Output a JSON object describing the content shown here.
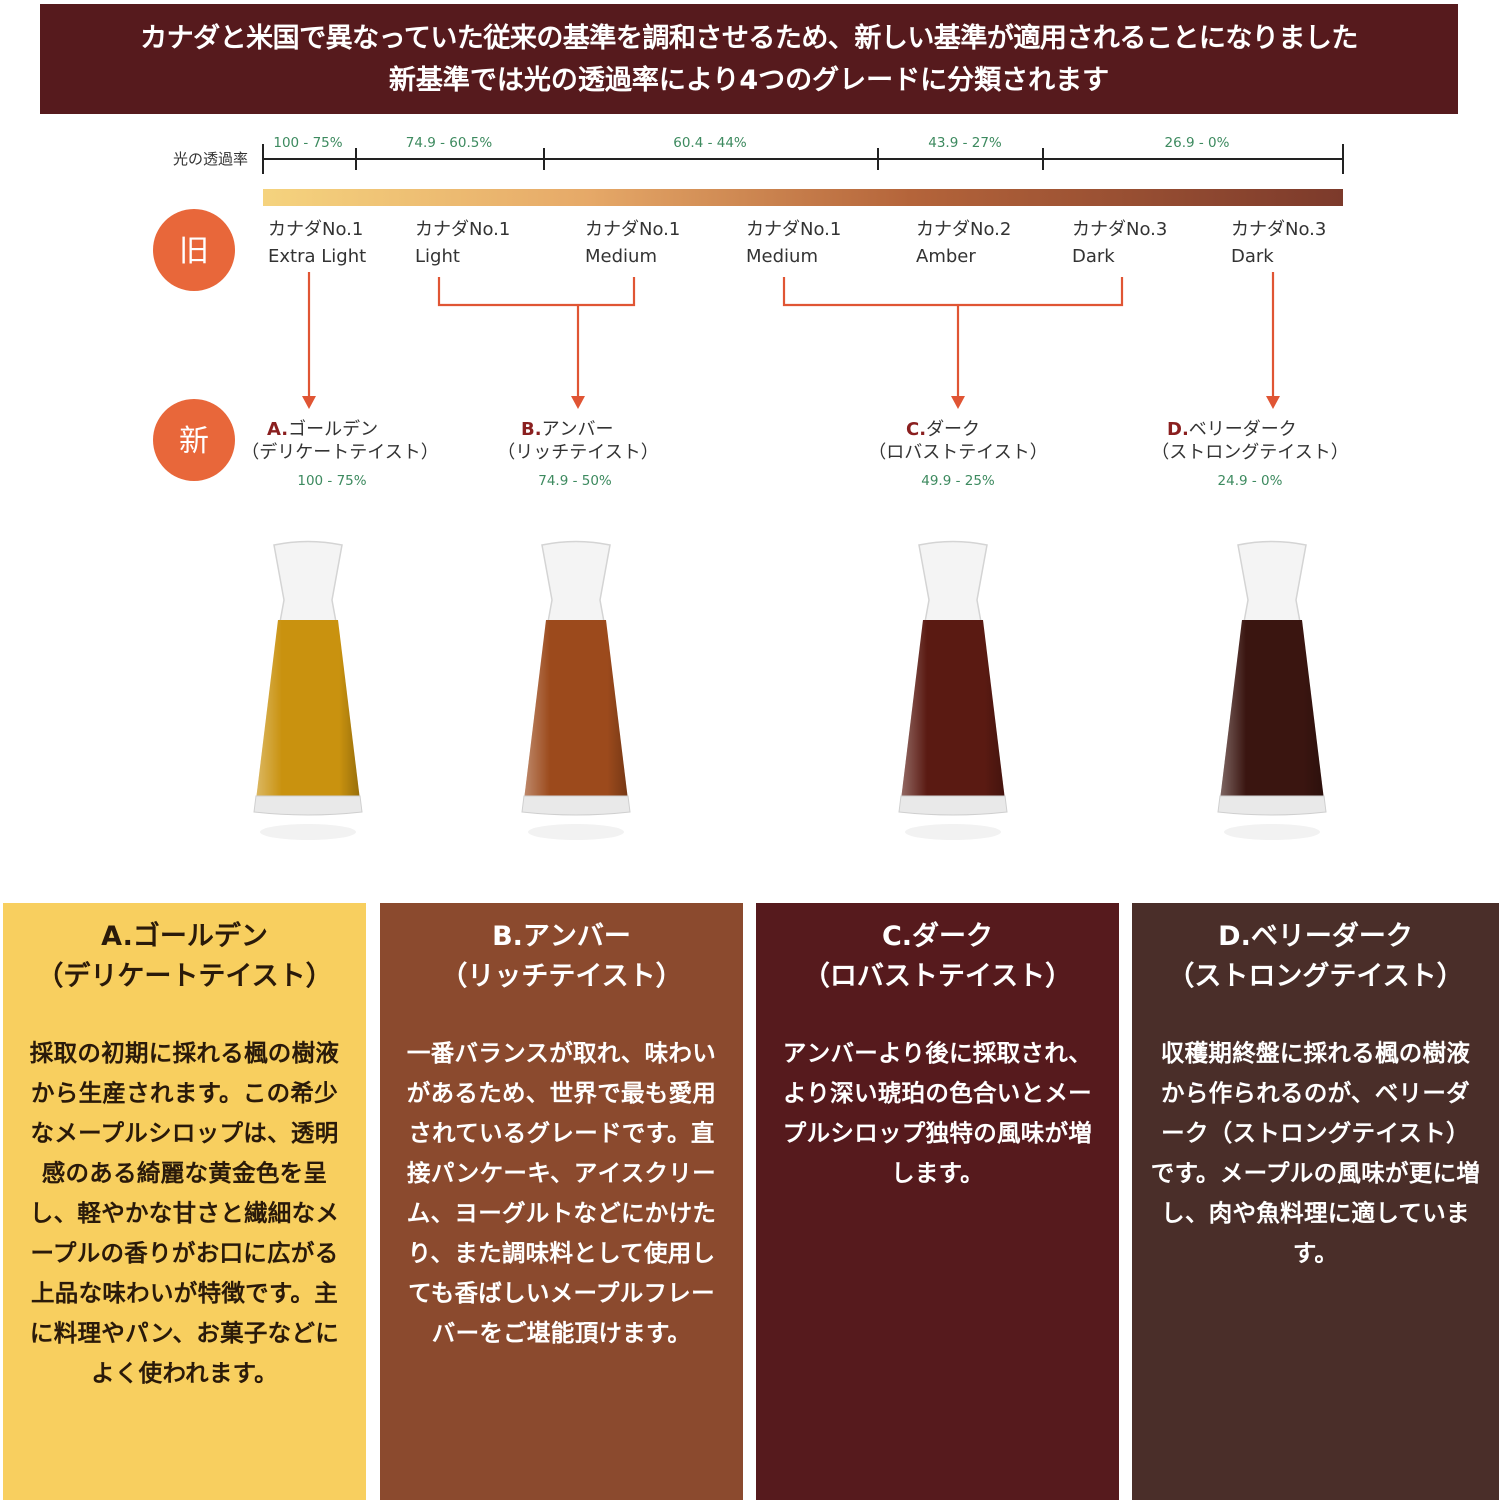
{
  "header": {
    "line1": "カナダと米国で異なっていた従来の基準を調和させるため、新しい基準が適用されることになりました",
    "line2": "新基準では光の透過率により4つのグレードに分類されます"
  },
  "scale": {
    "label": "光の透過率",
    "ranges": [
      "100 - 75%",
      "74.9 - 60.5%",
      "60.4 - 44%",
      "43.9 - 27%",
      "26.9 - 0%"
    ]
  },
  "old": {
    "badge": "旧",
    "grades": [
      {
        "line1": "カナダNo.1",
        "line2": "Extra Light"
      },
      {
        "line1": "カナダNo.1",
        "line2": "Light"
      },
      {
        "line1": "カナダNo.1",
        "line2": "Medium"
      },
      {
        "line1": "カナダNo.1",
        "line2": "Medium"
      },
      {
        "line1": "カナダNo.2",
        "line2": "Amber"
      },
      {
        "line1": "カナダNo.3",
        "line2": "Dark"
      },
      {
        "line1": "カナダNo.3",
        "line2": "Dark"
      }
    ]
  },
  "new": {
    "badge": "新",
    "grades": [
      {
        "letter": "A.",
        "name": "ゴールデン",
        "taste": "（デリケートテイスト）",
        "range": "100 - 75%"
      },
      {
        "letter": "B.",
        "name": "アンバー",
        "taste": "（リッチテイスト）",
        "range": "74.9 - 50%"
      },
      {
        "letter": "C.",
        "name": "ダーク",
        "taste": "（ロバストテイスト）",
        "range": "49.9 - 25%"
      },
      {
        "letter": "D.",
        "name": "ベリーダーク",
        "taste": "（ストロングテイスト）",
        "range": "24.9 - 0%"
      }
    ]
  },
  "panels": [
    {
      "title": "A.ゴールデン",
      "subtitle": "（デリケートテイスト）",
      "body": "採取の初期に採れる楓の樹液から生産されます。この希少なメープルシロップは、透明感のある綺麗な黄金色を呈し、軽やかな甘さと繊細なメープルの香りがお口に広がる上品な味わいが特徴です。主に料理やパン、お菓子などによく使われます。"
    },
    {
      "title": "B.アンバー",
      "subtitle": "（リッチテイスト）",
      "body": "一番バランスが取れ、味わいがあるため、世界で最も愛用されているグレードです。直接パンケーキ、アイスクリーム、ヨーグルトなどにかけたり、また調味料として使用しても香ばしいメープルフレーバーをご堪能頂けます。"
    },
    {
      "title": "C.ダーク",
      "subtitle": "（ロバストテイスト）",
      "body": "アンバーより後に採取され、より深い琥珀の色合いとメープルシロップ独特の風味が増します。"
    },
    {
      "title": "D.ベリーダーク",
      "subtitle": "（ストロングテイスト）",
      "body": "収穫期終盤に採れる楓の樹液から作られるのが、ベリーダーク（ストロングテイスト）です。メープルの風味が更に増し、肉や魚料理に適しています。"
    }
  ],
  "colors": {
    "banner": "#561a1d",
    "badge": "#e8673a",
    "arrow": "#e05534",
    "range_text": "#3d8a5f",
    "letter": "#8a1f1f",
    "panel_a": "#f8cf5f",
    "panel_b": "#8b4a2e",
    "panel_c": "#561a1d",
    "panel_d": "#4a2e29",
    "syrup_a": "#c9920f",
    "syrup_b": "#9c4a1c",
    "syrup_c": "#5a1a12",
    "syrup_d": "#3a1510"
  }
}
